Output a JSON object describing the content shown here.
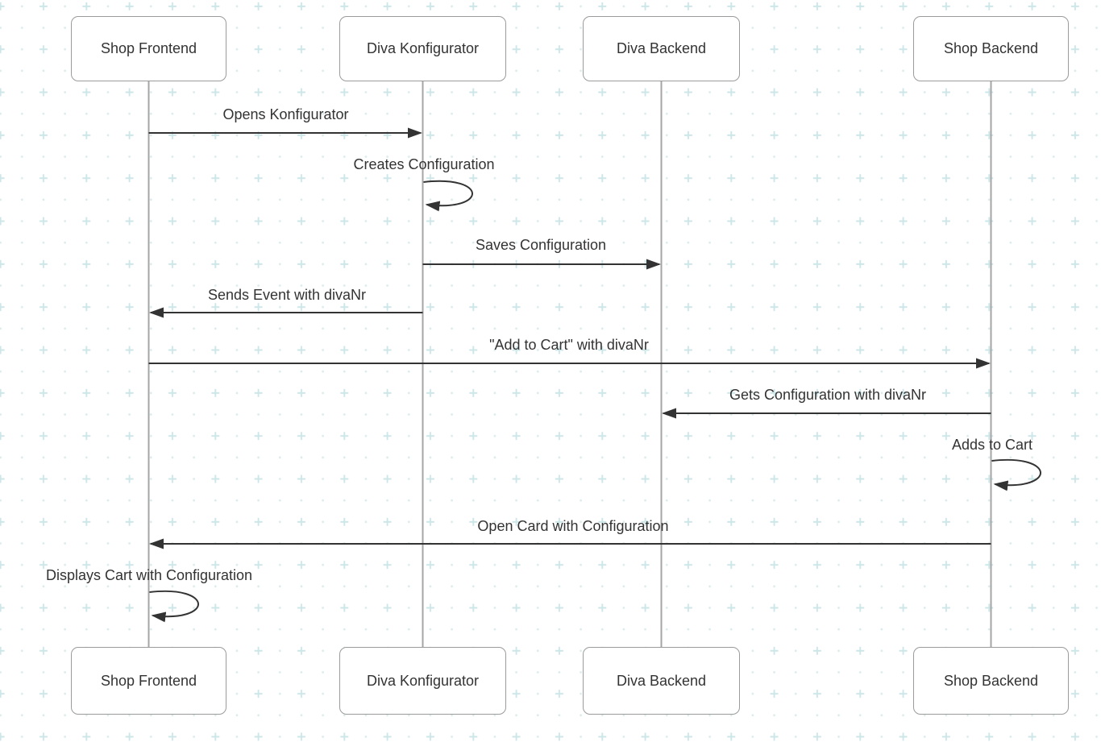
{
  "diagram": {
    "type": "sequence-diagram",
    "actors": [
      {
        "name": "Shop Frontend"
      },
      {
        "name": "Diva Konfigurator"
      },
      {
        "name": "Diva Backend"
      },
      {
        "name": "Shop Backend"
      }
    ],
    "messages": [
      {
        "from": "Shop Frontend",
        "to": "Diva Konfigurator",
        "kind": "solid-arrow",
        "label": "Opens Konfigurator"
      },
      {
        "from": "Diva Konfigurator",
        "to": "Diva Konfigurator",
        "kind": "self-loop",
        "label": "Creates Configuration"
      },
      {
        "from": "Diva Konfigurator",
        "to": "Diva Backend",
        "kind": "solid-arrow",
        "label": "Saves Configuration"
      },
      {
        "from": "Diva Konfigurator",
        "to": "Shop Frontend",
        "kind": "solid-arrow",
        "label": "Sends Event with divaNr"
      },
      {
        "from": "Shop Frontend",
        "to": "Shop Backend",
        "kind": "solid-arrow",
        "label": "\"Add to Cart\" with divaNr"
      },
      {
        "from": "Shop Backend",
        "to": "Diva Backend",
        "kind": "solid-arrow",
        "label": "Gets Configuration with divaNr"
      },
      {
        "from": "Shop Backend",
        "to": "Shop Backend",
        "kind": "self-loop",
        "label": "Adds to Cart"
      },
      {
        "from": "Shop Backend",
        "to": "Shop Frontend",
        "kind": "solid-arrow",
        "label": "Open Card with Configuration"
      },
      {
        "from": "Shop Frontend",
        "to": "Shop Frontend",
        "kind": "self-loop",
        "label": "Displays Cart with Configuration"
      }
    ],
    "colors": {
      "background": "#ffffff",
      "grid_cross": "#cde6e8",
      "grid_dot": "#dbecee",
      "actor_border": "#9b9b9b",
      "actor_fill": "#ffffff",
      "actor_text": "#333333",
      "lifeline": "#a5a5a5",
      "arrow": "#333333",
      "message_text": "#333333"
    }
  }
}
